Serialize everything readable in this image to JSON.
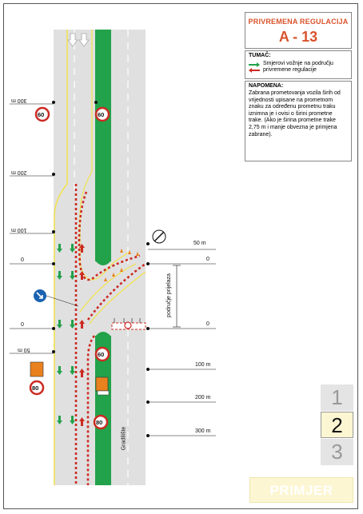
{
  "title_box": {
    "line1": "PRIVREMENA REGULACIJA",
    "line2": "A - 13"
  },
  "legend": {
    "heading": "TUMAČ:",
    "text": "Smjerovi vožnje na području privremene regulacije",
    "colors": {
      "green": "#22a24a",
      "red": "#cc2a22"
    }
  },
  "note": {
    "heading": "NAPOMENA:",
    "body": "Zabrana prometovanja vozila širih od vrijednosti upisane na prometnom znaku za određenu prometnu traku iznimna je i ovisi o širini prometne trake. (Ako je širina prometne trake 2,75 m i manje obvezna je primjena zabrane)."
  },
  "left_distances": [
    "300 m",
    "200 m",
    "100 m",
    "0",
    "0",
    "50 m"
  ],
  "right_distances": [
    "50 m",
    "0",
    "0",
    "100 m",
    "200 m",
    "300 m"
  ],
  "zone_label": "područje prijelaza",
  "side_label": "Gradilište",
  "speed_signs": [
    "60",
    "60",
    "60",
    "80",
    "80"
  ],
  "pager": [
    "1",
    "2",
    "3"
  ],
  "pager_active": "2",
  "example": "PRIMJER",
  "colors": {
    "asphalt": "#e0e0e0",
    "median": "#22a24a",
    "edge_line": "#f2e24a"
  }
}
